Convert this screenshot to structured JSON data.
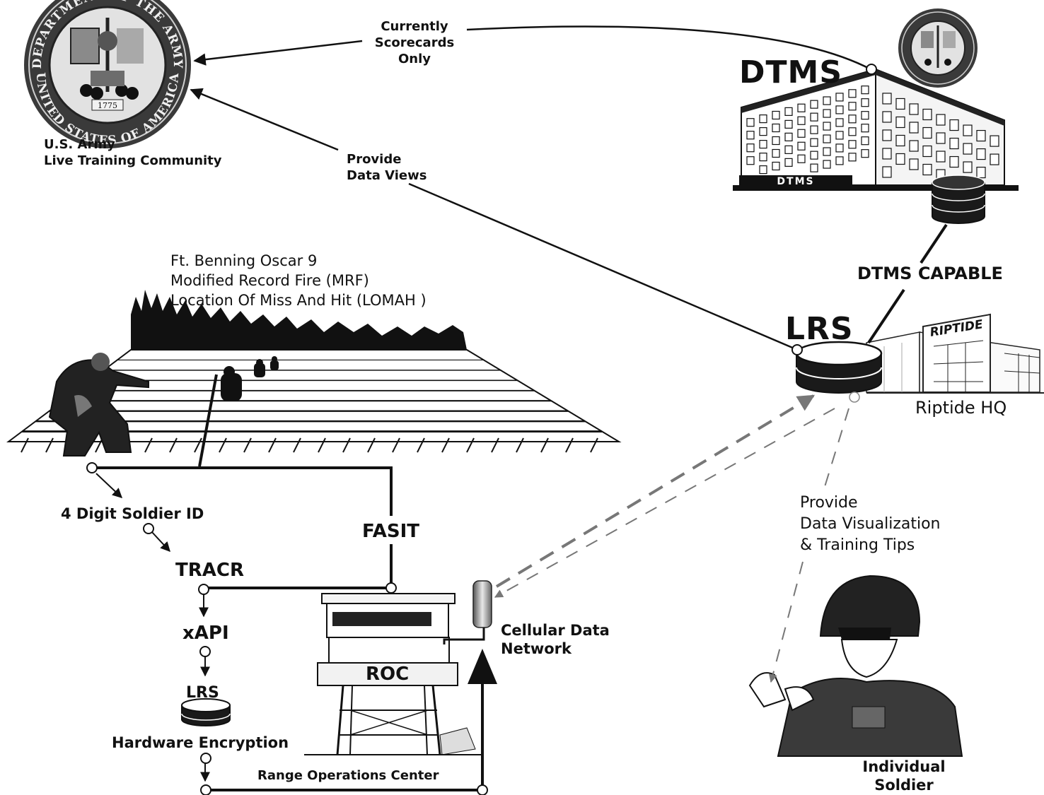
{
  "colors": {
    "ink": "#111111",
    "dashed_arrow": "#777777",
    "background": "#ffffff"
  },
  "icons": {
    "army_seal_large": "department-of-the-army-seal-icon",
    "army_seal_small": "department-of-the-army-seal-icon",
    "dtms_building": "office-building-icon",
    "riptide_building": "office-building-icon",
    "database": "database-cylinder-icon",
    "watchtower": "range-tower-icon",
    "antenna": "cellular-antenna-icon",
    "soldier": "soldier-with-tablet-icon",
    "shooter": "kneeling-rifleman-icon"
  },
  "seal": {
    "top_text": "DEPARTMENT OF THE ARMY",
    "bottom_text": "UNITED STATES OF AMERICA",
    "year": "1775"
  },
  "army": {
    "line1": "U.S. Army",
    "line2": "Live Training Community"
  },
  "scorecards": {
    "line1": "Currently",
    "line2": "Scorecards",
    "line3": "Only"
  },
  "dataviews": {
    "line1": "Provide",
    "line2": "Data Views"
  },
  "dtms": {
    "title": "DTMS",
    "capable": "DTMS CAPABLE",
    "sign": "DTMS"
  },
  "lrs_main": {
    "title": "LRS"
  },
  "riptide": {
    "sign": "RIPTIDE",
    "label": "Riptide HQ"
  },
  "range": {
    "line1": "Ft. Benning Oscar 9",
    "line2": "Modified Record Fire (MRF)",
    "line3": "Location Of Miss And Hit (LOMAH )"
  },
  "flow": {
    "soldier_id": "4 Digit Soldier ID",
    "tracr": "TRACR",
    "xapi": "xAPI",
    "lrs_local": "LRS",
    "encryption": "Hardware Encryption",
    "fasit": "FASIT",
    "roc": "ROC",
    "roc_full": "Range Operations Center",
    "cell_line1": "Cellular Data",
    "cell_line2": "Network"
  },
  "viz": {
    "line1": "Provide",
    "line2": "Data Visualization",
    "line3": "& Training Tips"
  },
  "soldier": {
    "line1": "Individual",
    "line2": "Soldier"
  }
}
